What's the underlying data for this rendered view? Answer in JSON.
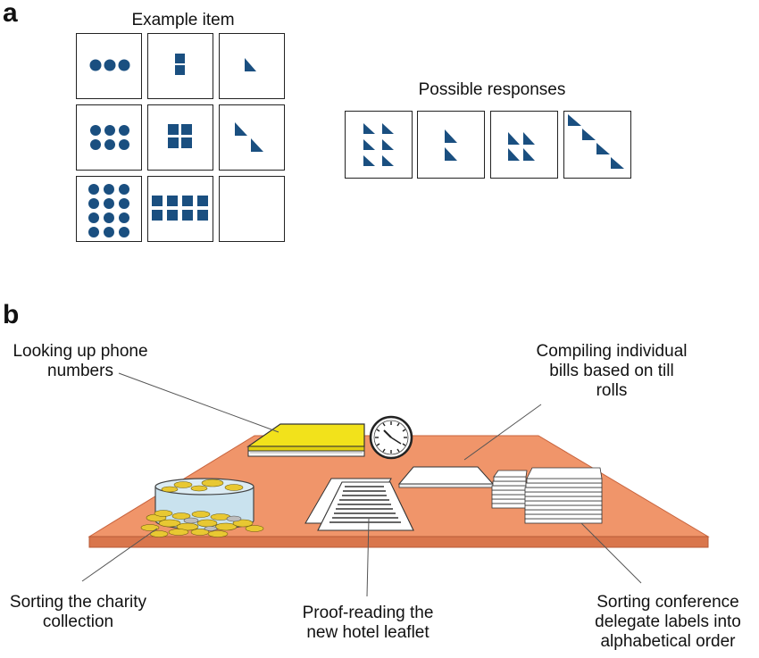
{
  "panel_a": {
    "letter": "a",
    "example_label": "Example item",
    "responses_label": "Possible responses"
  },
  "panel_b": {
    "letter": "b",
    "labels": {
      "phone": [
        "Looking up phone",
        "numbers"
      ],
      "bills": [
        "Compiling individual",
        "bills based on till",
        "rolls"
      ],
      "charity": [
        "Sorting the charity",
        "collection"
      ],
      "leaflet": [
        "Proof-reading the",
        "new hotel leaflet"
      ],
      "conference": [
        "Sorting conference",
        "delegate labels into",
        "alphabetical order"
      ]
    }
  },
  "colors": {
    "shape_fill": "#1a4f80",
    "table_top": "#f0956a",
    "table_edge": "#d9764c",
    "book": "#f2e21b",
    "coin": "#e8c832"
  }
}
